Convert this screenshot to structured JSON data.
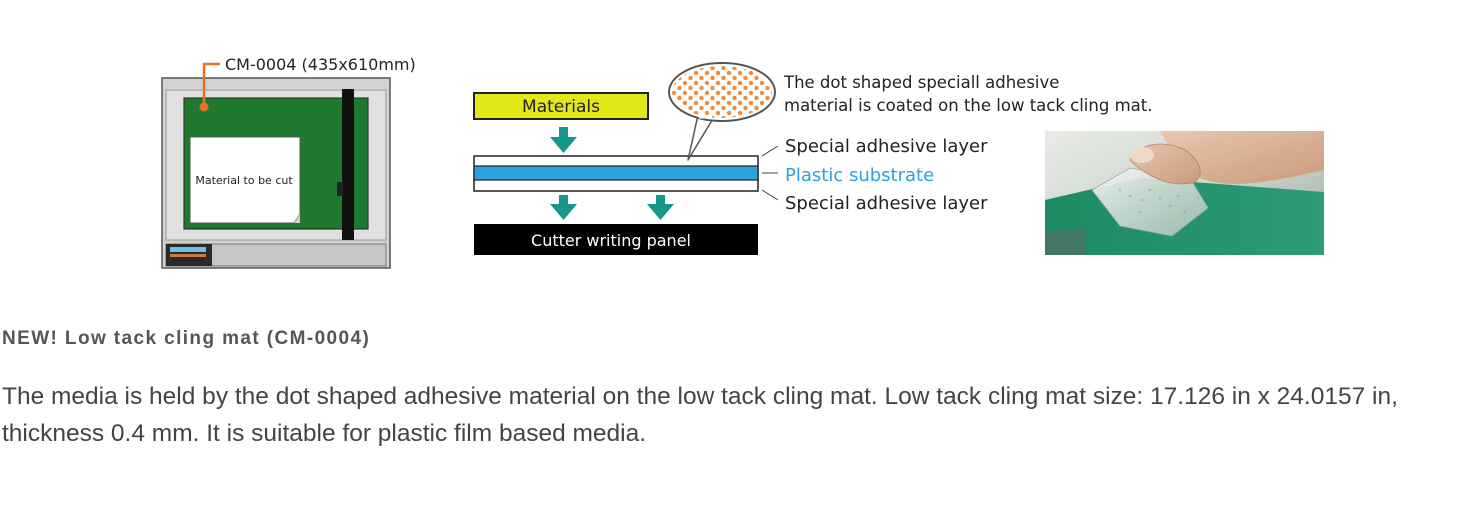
{
  "figure": {
    "machine_label": "CM-0004 (435x610mm)",
    "material_label": "Material to be cut",
    "materials_tag": "Materials",
    "bubble_caption_line1": "The dot shaped speciall adhesive",
    "bubble_caption_line2": "material is coated on the low tack cling mat.",
    "layer_top": "Special adhesive layer",
    "layer_middle": "Plastic substrate",
    "layer_bottom": "Special adhesive layer",
    "panel_label": "Cutter writing panel",
    "colors": {
      "mat_green": "#1e7a2e",
      "materials_yellow": "#e3e81a",
      "arrow_teal": "#17968a",
      "substrate_blue": "#2aa3dc",
      "dot_orange": "#f08a3a",
      "leader_orange": "#e8702a"
    }
  },
  "article": {
    "heading": "NEW! Low tack cling mat (CM-0004)",
    "paragraph": "The media is held by the dot shaped adhesive material on the low tack cling mat.  Low tack cling mat size: 17.126 in x 24.0157 in, thickness 0.4 mm.  It is suitable for plastic film based media."
  }
}
